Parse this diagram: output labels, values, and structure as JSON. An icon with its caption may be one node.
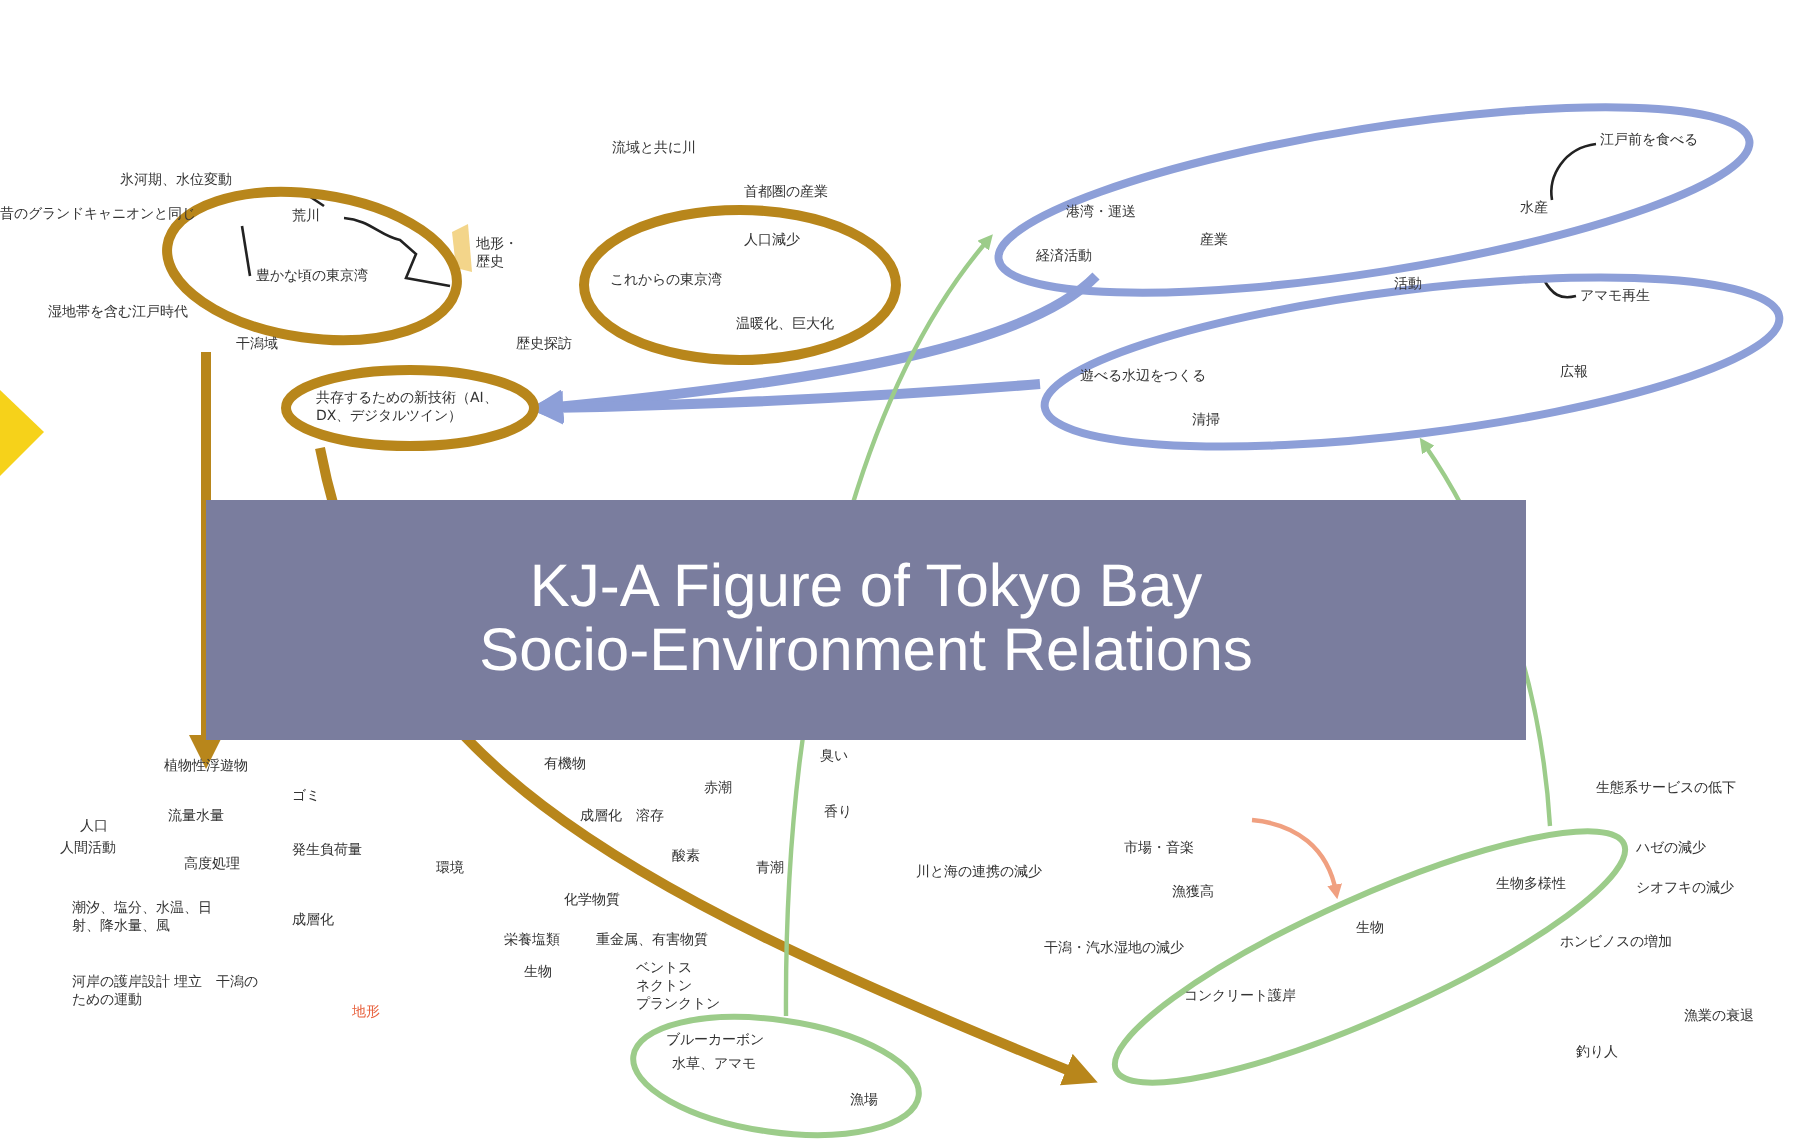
{
  "diagram": {
    "title": "KJ-A Figure of Tokyo Bay Socio-Environment Relations",
    "nodes": [
      {
        "text": [
          "荒川",
          "豊かな頃の東京湾"
        ],
        "beside": [
          "地形・歴史"
        ]
      },
      {
        "text": [
          "人口減少",
          "これからの東京湾",
          "温暖化、巨大化"
        ]
      },
      {
        "text": [
          "共存するための新技術（AI、DX、デジタルツイン）"
        ]
      },
      {
        "text": [
          "港湾・運送",
          "経済活動",
          "産業",
          "水産"
        ]
      },
      {
        "text": [
          "遊べる水辺をつくる",
          "広報",
          "清掃"
        ]
      },
      {
        "text": [
          "ブルーカーボン",
          "水草、アマモ",
          "漁場"
        ]
      },
      {
        "text": [
          "生物",
          "生物多様性",
          "コンクリート護岸"
        ]
      },
      {
        "text": [
          "江戸前を食べる"
        ],
        "in": 3
      },
      {
        "text": [
          "アマモ再生"
        ],
        "in": 4
      },
      {
        "text": [
          "植物性浮遊物"
        ]
      }
    ],
    "edges": [
      {
        "from": 0,
        "to": 9,
        "arrow": "to",
        "style": "thick",
        "color": "#b8861b"
      },
      {
        "from": 2,
        "to": 6,
        "arrow": "to",
        "style": "thick",
        "color": "#b8861b"
      },
      {
        "from": 3,
        "to": 2,
        "arrow": "to",
        "style": "thick",
        "color": "#8d9fd8"
      },
      {
        "from": 4,
        "to": 2,
        "arrow": "to",
        "style": "thick",
        "color": "#8d9fd8"
      },
      {
        "from": 5,
        "to": 3,
        "arrow": "to",
        "color": "#9ccc8a"
      },
      {
        "from": 6,
        "to": 4,
        "arrow": "to",
        "color": "#9ccc8a"
      },
      {
        "from": null,
        "to": 6,
        "arrow": "to",
        "color": "#f0a080"
      },
      {
        "from": 7,
        "to": 3,
        "arrow": "none",
        "color": "#222222"
      },
      {
        "from": 8,
        "to": 4,
        "arrow": "none",
        "color": "#222222"
      }
    ],
    "labels": [
      "氷河期、水位変動",
      "昔のグランドキャニオンと同じ",
      "湿地帯を含む江戸時代",
      "干潟域",
      "歴史探訪",
      "流域と共に川",
      "首都圏の産業",
      "活動",
      "ゴミ",
      "人口",
      "人間活動",
      "流量水量",
      "高度処理",
      "発生負荷量",
      "環境",
      "潮汐、塩分、水温、日射、降水量、風",
      "成層化",
      "河岸の護岸設計 埋立　干潟のための運動",
      "地形",
      "有機物",
      "成層化",
      "化学物質",
      "生物",
      "溶存",
      "赤潮",
      "酸素",
      "青潮",
      "重金属、有害物質",
      "栄養塩類",
      "ベントス",
      "ネクトン",
      "プランクトン",
      "臭い",
      "香り",
      "川と海の連携の減少",
      "市場・音楽",
      "漁獲高",
      "干潟・汽水湿地の減少",
      "生態系サービスの低下",
      "ハゼの減少",
      "シオフキの減少",
      "ホンビノスの増加",
      "漁業の衰退",
      "釣り人"
    ]
  }
}
